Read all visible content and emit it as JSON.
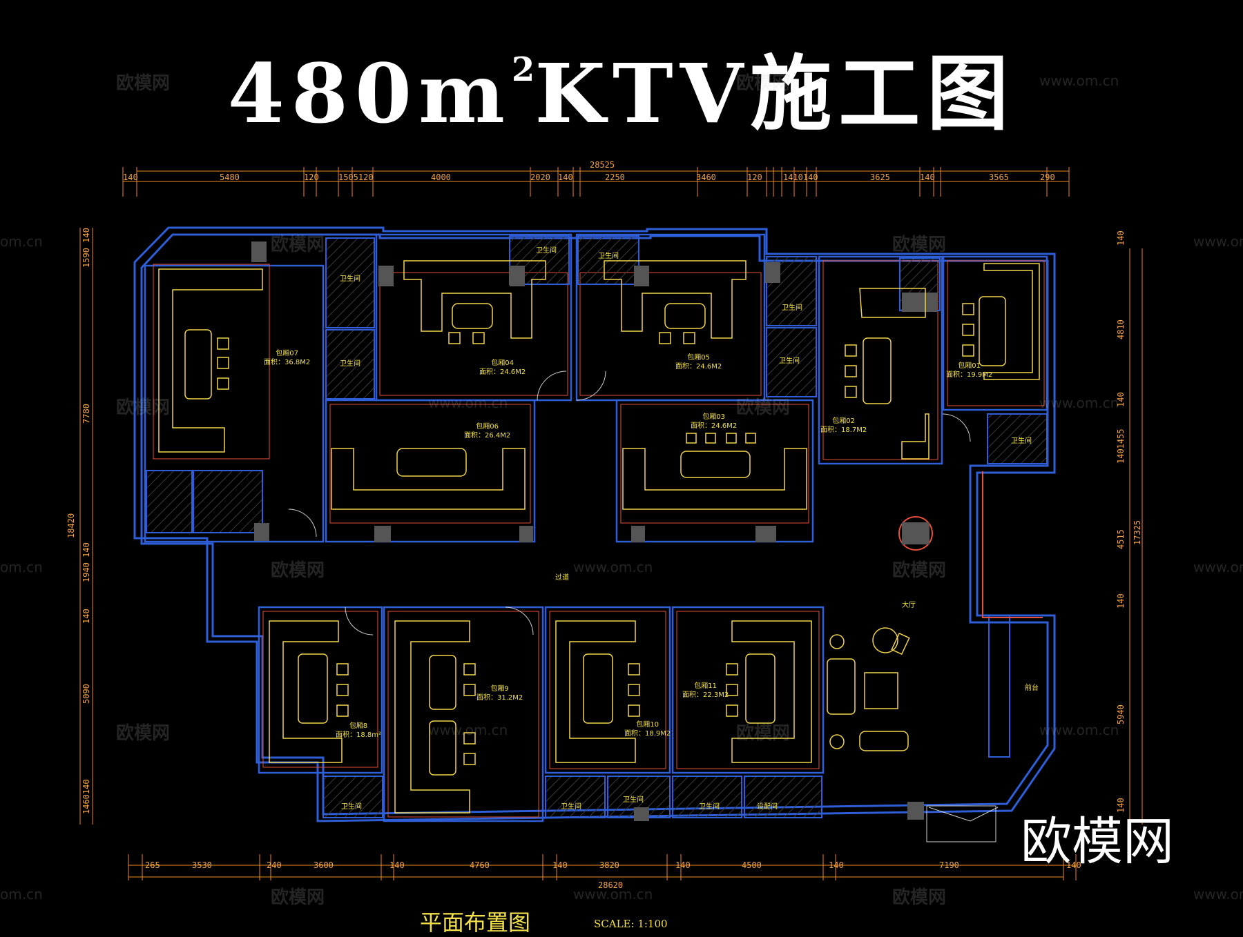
{
  "title": {
    "main": "480m",
    "sup": "2",
    "rest": "KTV施工图"
  },
  "brand": "欧模网",
  "watermark": {
    "cn": "欧模网",
    "url": "www.om.cn",
    "url_short": "om.cn"
  },
  "plan_title": "平面布置图",
  "scale": "SCALE: 1:100",
  "colors": {
    "wall": "#2e5fd8",
    "dim": "#f08a1e",
    "furniture": "#f2d54a",
    "inner": "#e8503a",
    "text": "#f2e14a",
    "bg": "#000000"
  },
  "dims": {
    "top_total": "28525",
    "top": [
      "140",
      "5480",
      "120",
      "1505120",
      "4000",
      "2020",
      "140",
      "2250",
      "3460",
      "120",
      "1410140",
      "3625",
      "140",
      "3565",
      "290"
    ],
    "bottom_total": "28620",
    "bottom": [
      "265",
      "3530",
      "240",
      "3600",
      "140",
      "4760",
      "140",
      "3820",
      "140",
      "4500",
      "140",
      "7190",
      "140"
    ],
    "left_total": "18420",
    "left": [
      "1590 140",
      "7780",
      "1940 140",
      "140",
      "5090",
      "1460140"
    ],
    "right_total": "17325",
    "right": [
      "140",
      "4810",
      "140",
      "1401455",
      "4515",
      "140",
      "5940",
      "140"
    ]
  },
  "rooms": {
    "r07": {
      "name": "包厢07",
      "area": "面积：36.8M2"
    },
    "r04": {
      "name": "包厢04",
      "area": "面积：24.6M2"
    },
    "r05": {
      "name": "包厢05",
      "area": "面积：24.6M2"
    },
    "r06": {
      "name": "包厢06",
      "area": "面积：26.4M2"
    },
    "r03": {
      "name": "包厢03",
      "area": "面积：24.6M2"
    },
    "r02": {
      "name": "包厢02",
      "area": "面积：18.7M2"
    },
    "r01": {
      "name": "包厢01",
      "area": "面积：19.9M2"
    },
    "r8": {
      "name": "包厢8",
      "area": "面积：18.8m²"
    },
    "r9": {
      "name": "包厢9",
      "area": "面积：31.2M2"
    },
    "r10": {
      "name": "包厢10",
      "area": "面积：18.9M2"
    },
    "r11": {
      "name": "包厢11",
      "area": "面积：22.3M2"
    }
  },
  "labels": {
    "wc": "卫生间",
    "corridor": "过道",
    "hall": "大厅",
    "reception": "前台",
    "equipment": "设配间"
  }
}
